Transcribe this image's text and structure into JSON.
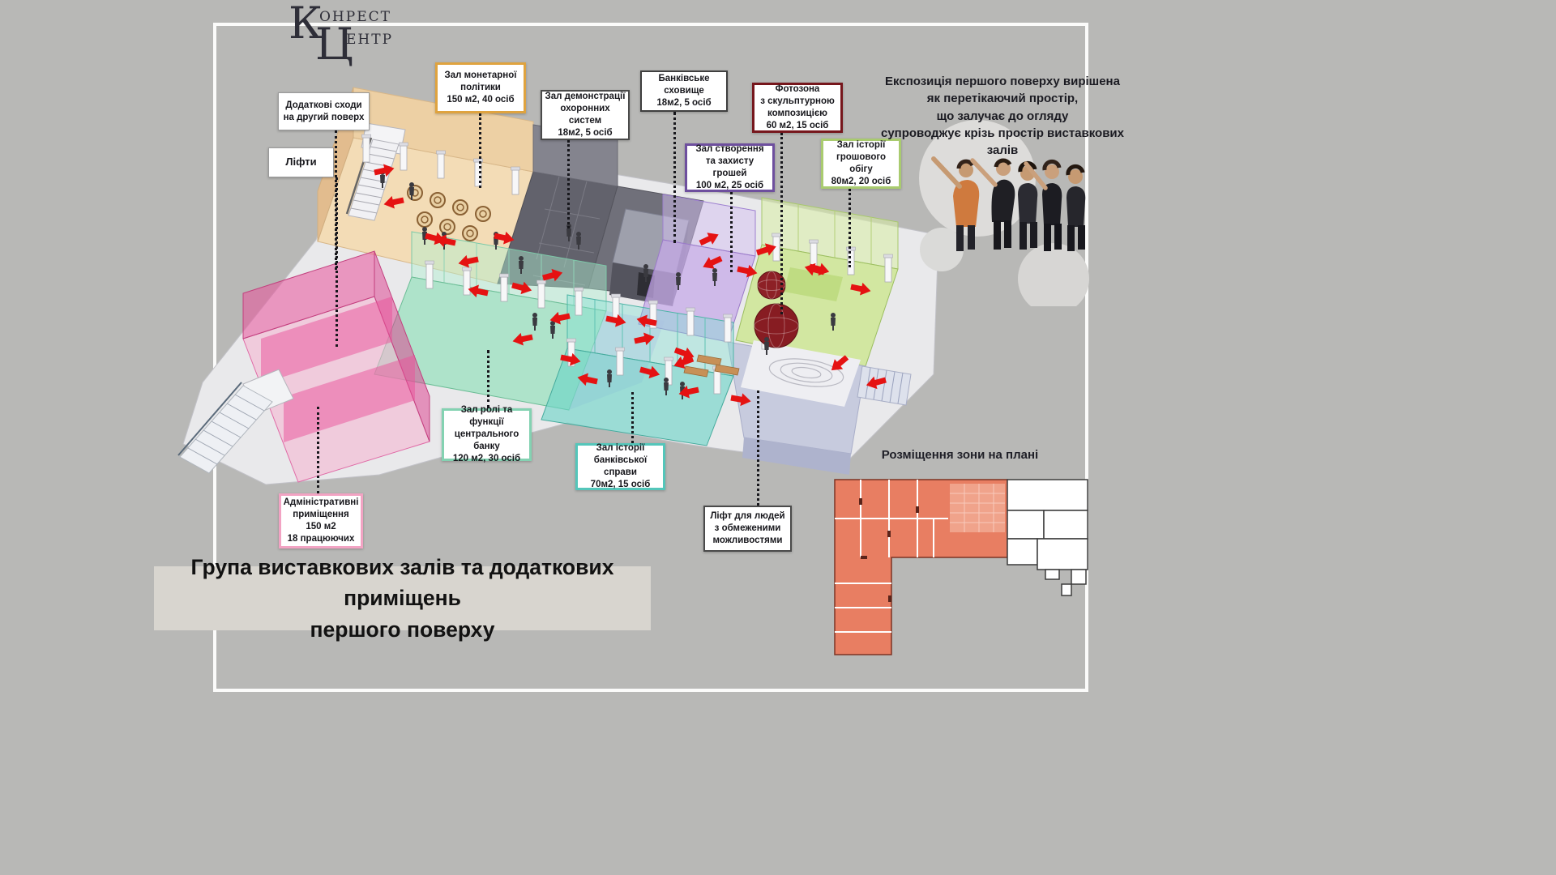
{
  "logo": {
    "line1_initial": "К",
    "line1_rest": "ОНРЕСТ",
    "line2_initial": "Ц",
    "line2_rest": "ЕНТР"
  },
  "description": "Експозиція першого поверху вирішена\nяк перетікаючий простір,\nщо залучає до огляду\nсупроводжує крізь простір виставкових\nзалів",
  "plan_heading": "Розміщення зони на плані",
  "footer": {
    "title": "Група виставкових залів та додаткових приміщень\nпершого поверху"
  },
  "callouts": {
    "extra_stairs": {
      "text": "Додаткові сходи\nна другий поверх"
    },
    "elevators": {
      "text": "Ліфти"
    },
    "monetary_policy": {
      "text": "Зал монетарної\nполітики\n150 м2, 40 осіб"
    },
    "security_demo": {
      "text": "Зал демонстрації\nохоронних систем\n18м2, 5 осіб"
    },
    "bank_vault": {
      "text": "Банківське\nсховище\n18м2, 5 осіб"
    },
    "photo_zone": {
      "text": "Фотозона\nз скульптурною\nкомпозицією\n60 м2, 15 осіб"
    },
    "money_creation": {
      "text": "Зал створення\nта захисту грошей\n100 м2, 25 осіб"
    },
    "money_circulation": {
      "text": "Зал історії\nгрошового обігу\n80м2, 20 осіб"
    },
    "central_bank_role": {
      "text": "Зал ролі та\nфункції\nцентрального банку\n120 м2, 30 осіб"
    },
    "banking_history": {
      "text": "Зал історії\nбанківської справи\n70м2, 15 осіб"
    },
    "administrative": {
      "text": "Адміністративні\nприміщення\n150 м2\n18 працюючих"
    },
    "accessible_lift": {
      "text": "Ліфт для людей\nз обмеженими\nможливостями"
    }
  },
  "colors": {
    "background": "#b8b8b6",
    "frame": "#fbfbfa",
    "arrow_red": "#e51212",
    "callout_borders": {
      "monetary_policy": "#dfa33f",
      "security_demo": "#4a4a4a",
      "bank_vault": "#3f3f3f",
      "photo_zone": "#76161c",
      "money_creation": "#6e4f9e",
      "money_circulation": "#a9cb6f",
      "central_bank_role": "#84d2b2",
      "banking_history": "#54c6ba",
      "administrative": "#f2a3c3",
      "accessible_lift": "#4a4a4a",
      "extra_stairs": "#9a9a9a",
      "elevators": "#9a9a9a"
    },
    "zones": {
      "monetary_policy_floor": "#f3dcb6",
      "admin_pink": "#e9529a",
      "central_bank_mint": "#9ee2c0",
      "banking_history_teal": "#68d4c6",
      "money_creation_purple": "#c5aae8",
      "money_circulation_green": "#cee694",
      "plan_zone_red": "#e87e62"
    }
  }
}
